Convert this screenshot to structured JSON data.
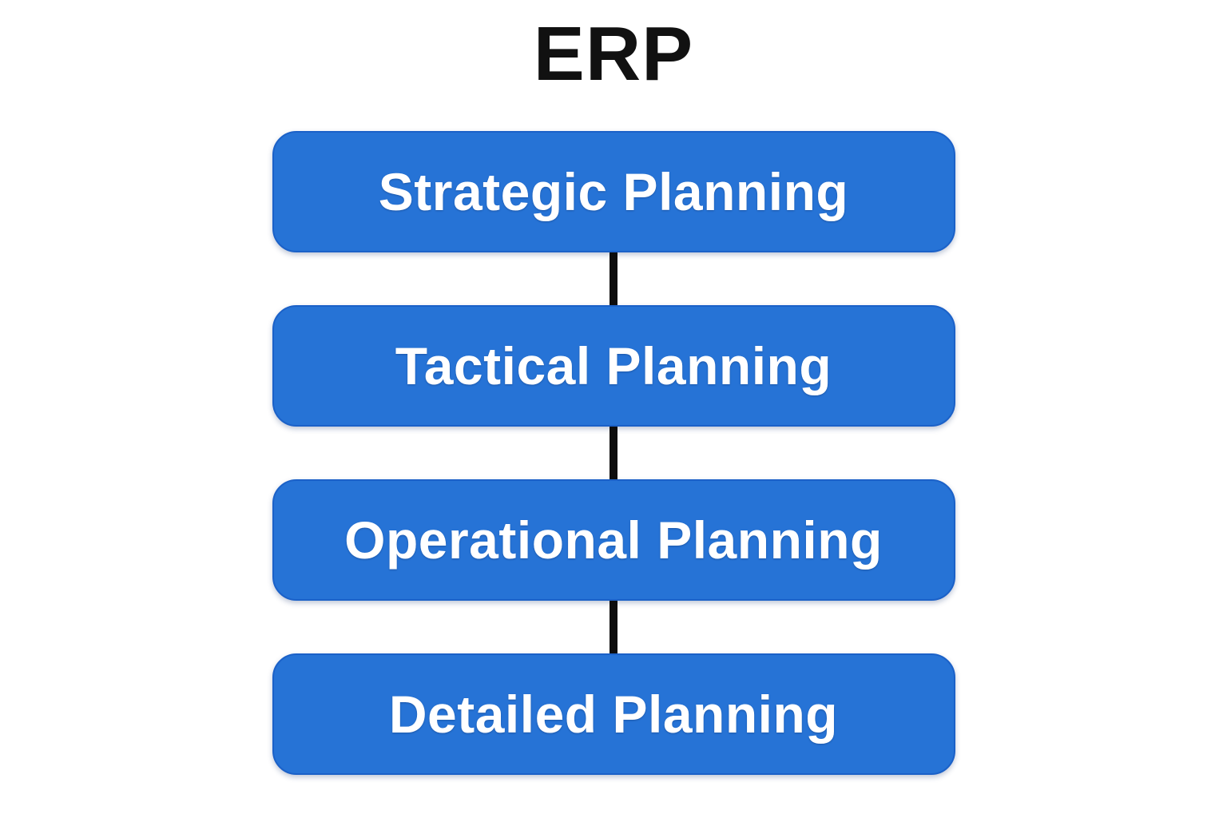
{
  "diagram": {
    "title": "ERP",
    "type": "flowchart",
    "direction": "top-down",
    "boxes": [
      {
        "label": "Strategic Planning"
      },
      {
        "label": "Tactical Planning"
      },
      {
        "label": "Operational Planning"
      },
      {
        "label": "Detailed Planning"
      }
    ],
    "connectors": [
      {
        "from": "Strategic Planning",
        "to": "Tactical Planning"
      },
      {
        "from": "Tactical Planning",
        "to": "Operational Planning"
      },
      {
        "from": "Operational Planning",
        "to": "Detailed Planning"
      }
    ],
    "colors": {
      "box_fill": "#2673d6",
      "box_edge": "#1b61c8",
      "box_text": "#ffffff",
      "connector": "#0d0d0d",
      "title_text": "#111111",
      "background": "#ffffff"
    }
  }
}
